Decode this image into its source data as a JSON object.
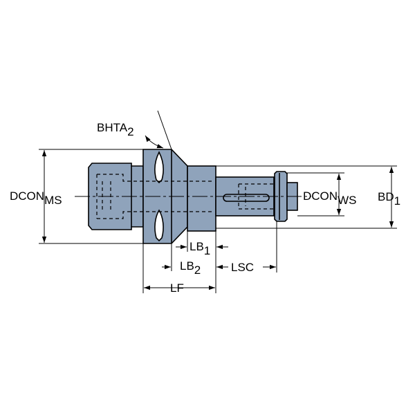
{
  "colors": {
    "part_fill": "#8fa3bb",
    "outline": "#000000",
    "hidden_line": "#000000",
    "background": "#ffffff"
  },
  "dimensions": {
    "bhta": {
      "main": "BHTA",
      "sub": "2"
    },
    "dcon_ms": {
      "main": "DCON",
      "sub": "MS"
    },
    "dcon_ws": {
      "main": "DCON",
      "sub": "WS"
    },
    "bd": {
      "main": "BD",
      "sub": "1"
    },
    "lb1": {
      "main": "LB",
      "sub": "1"
    },
    "lb2": {
      "main": "LB",
      "sub": "2"
    },
    "lsc": {
      "main": "LSC"
    },
    "lf": {
      "main": "LF"
    }
  }
}
